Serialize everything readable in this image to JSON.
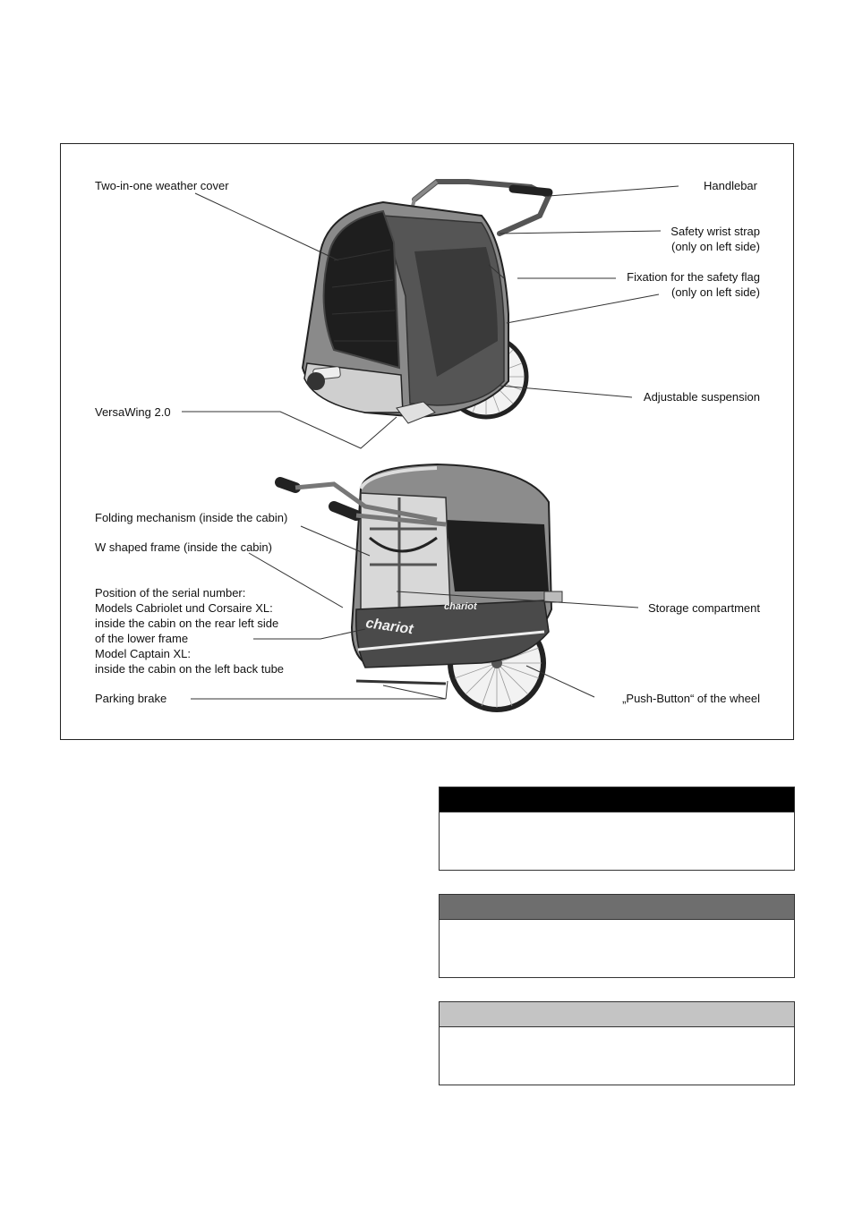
{
  "figure": {
    "labels": {
      "weather_cover": "Two-in-one weather cover",
      "handlebar": "Handlebar",
      "wrist_strap_1": "Safety wrist strap",
      "wrist_strap_2": "(only on left side)",
      "flag_1": "Fixation for the safety flag",
      "flag_2": "(only on left side)",
      "suspension": "Adjustable suspension",
      "versawing": "VersaWing 2.0",
      "folding": "Folding mechanism (inside the cabin)",
      "w_frame": "W shaped frame (inside the cabin)",
      "serial_1": "Position of the serial number:",
      "serial_2": "Models Cabriolet und Corsaire XL:",
      "serial_3": "inside the cabin on the rear left side",
      "serial_4": "of the lower frame",
      "serial_5": "Model Captain XL:",
      "serial_6": "inside the cabin on the left back tube",
      "storage": "Storage compartment",
      "parking_brake": "Parking brake",
      "push_button": "„Push-Button“ of the wheel"
    },
    "trailer_brand": "chariot"
  },
  "notices": [
    {
      "header_color": "#000000"
    },
    {
      "header_color": "#6e6e6e"
    },
    {
      "header_color": "#c4c4c4"
    }
  ]
}
